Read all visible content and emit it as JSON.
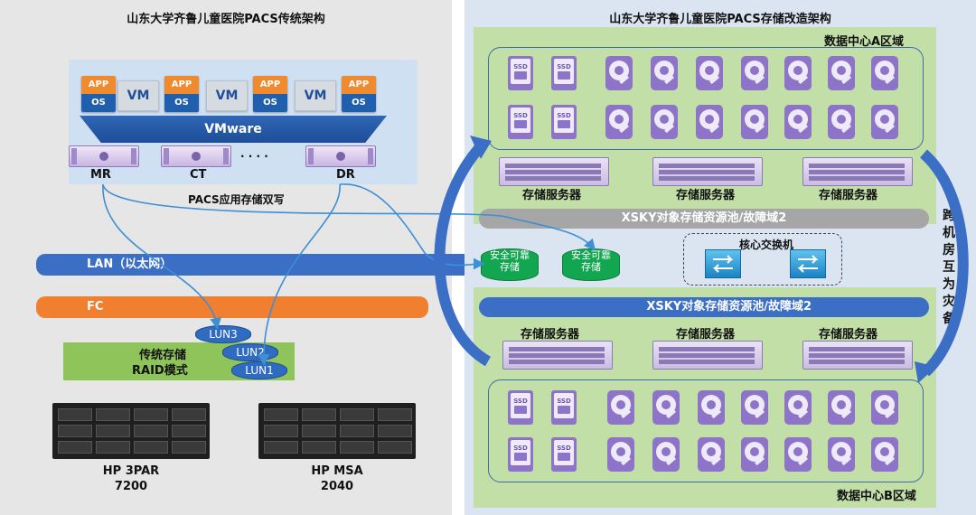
{
  "left": {
    "title": "山东大学齐鲁儿童医院PACS传统架构",
    "vm_stack": [
      {
        "app": "APP",
        "os": "OS"
      },
      {
        "vm": "VM"
      },
      {
        "app": "APP",
        "os": "OS"
      },
      {
        "vm": "VM"
      },
      {
        "app": "APP",
        "os": "OS"
      },
      {
        "vm": "VM"
      },
      {
        "app": "APP",
        "os": "OS"
      }
    ],
    "hypervisor": "VMware",
    "hosts": [
      "MR",
      "CT",
      "DR"
    ],
    "ellipsis": "· · · ·",
    "dual_write_label": "PACS应用存储双写",
    "lan_label": "LAN（以太网）",
    "fc_label": "FC",
    "luns": [
      "LUN3",
      "LUN2",
      "LUN1"
    ],
    "raid_label_1": "传统存储",
    "raid_label_2": "RAID模式",
    "arrays": [
      {
        "name": "HP 3PAR",
        "model": "7200"
      },
      {
        "name": "HP MSA",
        "model": "2040"
      }
    ]
  },
  "right": {
    "title": "山东大学齐鲁儿童医院PACS存储改造架构",
    "dc_a_label": "数据中心A区域",
    "dc_b_label": "数据中心B区域",
    "ssd_text": "SSD",
    "storage_server_label": "存储服务器",
    "pool_a_label": "XSKY对象存储资源池/故障域2",
    "pool_b_label": "XSKY对象存储资源池/故障域2",
    "safe_storage": [
      "安全可靠",
      "存储"
    ],
    "core_switch_label": "核心交换机",
    "cross_dr": [
      "跨",
      "机",
      "房",
      "互",
      "为",
      "灾",
      "备"
    ]
  },
  "colors": {
    "lan": "#3b6ec5",
    "fc": "#f07f2f",
    "raid": "#8fc45b",
    "dc": "#c2dfa7",
    "disk": "#8e74c8",
    "safe": "#13a651"
  }
}
